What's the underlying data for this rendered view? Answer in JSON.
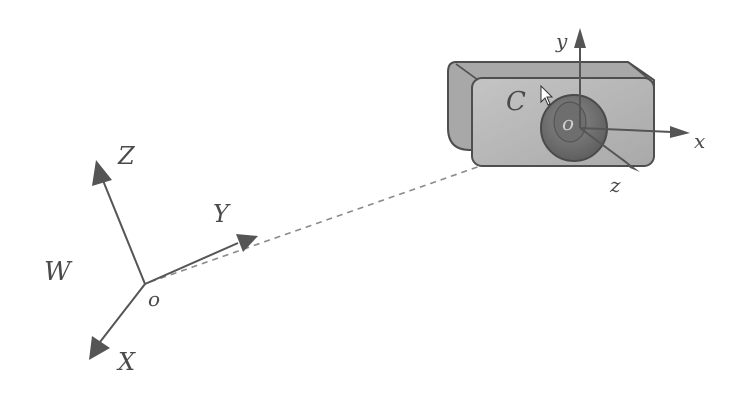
{
  "world_frame": {
    "name": "W",
    "origin": "o",
    "axes": {
      "x": "X",
      "y": "Y",
      "z": "Z"
    }
  },
  "camera_frame": {
    "name": "C",
    "origin": "o",
    "axes": {
      "x": "x",
      "y": "y",
      "z": "z"
    }
  },
  "colors": {
    "line": "#555555",
    "camera_body": "#b8b8b8",
    "lens": "#707070"
  }
}
